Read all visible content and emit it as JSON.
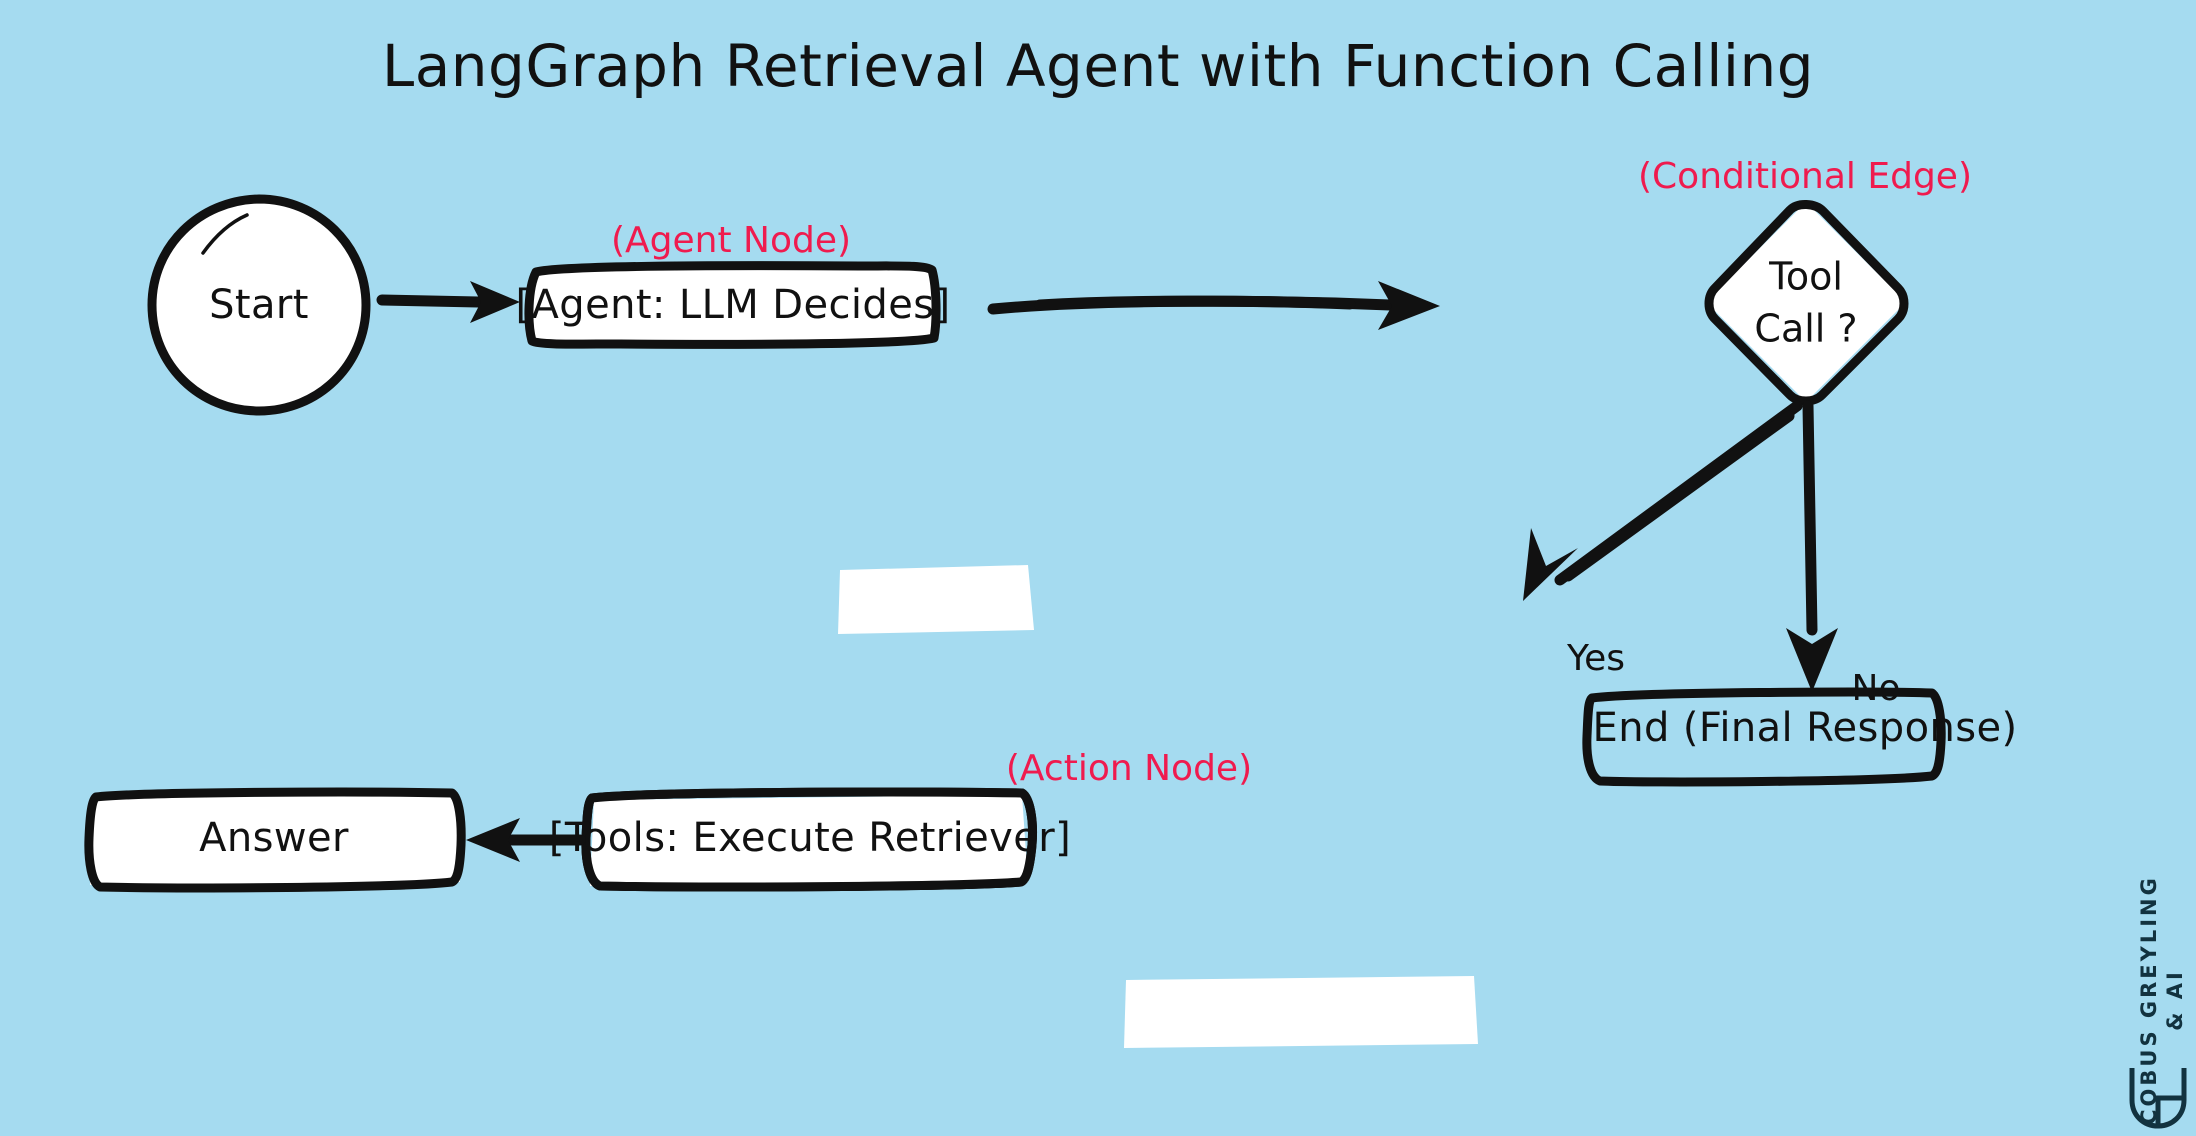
{
  "meta": {
    "background_color": "#a5dbf0",
    "ink_color": "#111111",
    "annotation_color": "#ef1b4e",
    "node_fill": "#ffffff"
  },
  "title": "LangGraph Retrieval Agent with Function Calling",
  "nodes": {
    "start": {
      "label": "Start",
      "shape": "circle"
    },
    "agent": {
      "label": "[Agent: LLM Decides]",
      "shape": "rounded-rect",
      "annotation": "(Agent Node)"
    },
    "decision": {
      "label_line1": "Tool",
      "label_line2": "Call ?",
      "shape": "diamond",
      "annotation": "(Conditional Edge)"
    },
    "tools": {
      "label": "[Tools: Execute Retriever]",
      "shape": "rounded-rect",
      "annotation": "(Action Node)"
    },
    "answer": {
      "label": "Answer",
      "shape": "rounded-rect"
    },
    "end": {
      "label": "End (Final Response)",
      "shape": "rounded-rect"
    }
  },
  "edges": [
    {
      "from": "start",
      "to": "agent",
      "label": ""
    },
    {
      "from": "agent",
      "to": "decision",
      "label": ""
    },
    {
      "from": "decision",
      "to": "tools",
      "label": "Yes"
    },
    {
      "from": "decision",
      "to": "end",
      "label": "No"
    },
    {
      "from": "tools",
      "to": "answer",
      "label": ""
    }
  ],
  "edge_labels": {
    "yes": "Yes",
    "no": "No"
  },
  "watermark": {
    "line1": "COBUS GREYLING",
    "line2": "& AI",
    "logo": "g-monogram-logo"
  }
}
